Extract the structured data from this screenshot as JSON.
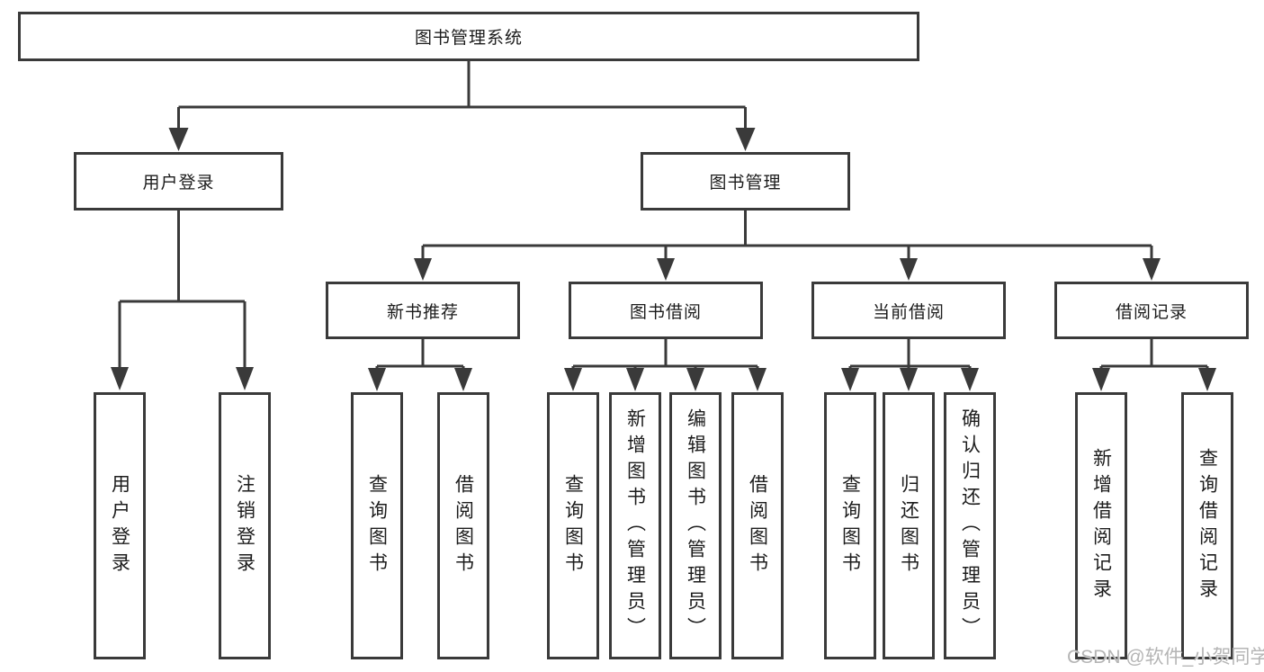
{
  "title": "图书管理系统",
  "watermark": "CSDN @软件_小贺同学",
  "colors": {
    "line": "#3a3a3a",
    "text": "#1c1c1c",
    "background": "#ffffff",
    "watermark": "#b5b5b5"
  },
  "nodes": {
    "root": {
      "label": "图书管理系统"
    },
    "level2": [
      {
        "label": "用户登录"
      },
      {
        "label": "图书管理"
      }
    ],
    "level3": [
      {
        "label": "新书推荐"
      },
      {
        "label": "图书借阅"
      },
      {
        "label": "当前借阅"
      },
      {
        "label": "借阅记录"
      }
    ],
    "leaves": {
      "user_login": [
        "用户登录",
        "注销登录"
      ],
      "new_book_recommend": [
        "查询图书",
        "借阅图书"
      ],
      "book_borrow": [
        "查询图书",
        "新增图书（管理员）",
        "编辑图书（管理员）",
        "借阅图书"
      ],
      "current_borrow": [
        "查询图书",
        "归还图书",
        "确认归还（管理员）"
      ],
      "borrow_record": [
        "新增借阅记录",
        "查询借阅记录"
      ]
    }
  }
}
